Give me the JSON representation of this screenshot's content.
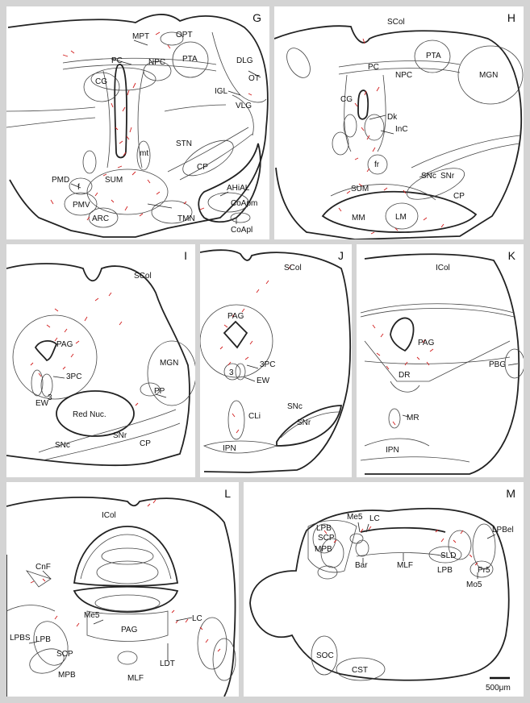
{
  "panels": [
    {
      "id": "G",
      "labels": [
        "MPT",
        "OPT",
        "PC",
        "NPC",
        "PTA",
        "DLG",
        "CG",
        "OT",
        "IGL",
        "VLG",
        "mt",
        "STN",
        "CP",
        "PMD",
        "f",
        "SUM",
        "AHiAL",
        "PMV",
        "CoApm",
        "ARC",
        "TMN",
        "CoApl"
      ]
    },
    {
      "id": "H",
      "labels": [
        "SCol",
        "PC",
        "NPC",
        "PTA",
        "MGN",
        "CG",
        "Dk",
        "InC",
        "fr",
        "SNc",
        "SNr",
        "CP",
        "SUM",
        "MM",
        "LM"
      ]
    },
    {
      "id": "I",
      "labels": [
        "SCol",
        "PAG",
        "3PC",
        "MGN",
        "PP",
        "EW",
        "3",
        "Red Nuc.",
        "SNr",
        "SNc",
        "CP"
      ]
    },
    {
      "id": "J",
      "labels": [
        "SCol",
        "PAG",
        "3PC",
        "3",
        "EW",
        "CLi",
        "SNc",
        "SNr",
        "IPN"
      ]
    },
    {
      "id": "K",
      "labels": [
        "ICol",
        "PAG",
        "DR",
        "PBG",
        "MR",
        "IPN"
      ]
    },
    {
      "id": "L",
      "labels": [
        "ICol",
        "CnF",
        "LPBS",
        "Me5",
        "LC",
        "LPB",
        "SCP",
        "PAG",
        "MPB",
        "LDT",
        "MLF"
      ]
    },
    {
      "id": "M",
      "labels": [
        "Me5",
        "LC",
        "LPB",
        "SCP",
        "MPB",
        "Bar",
        "MLF",
        "SLD",
        "LPBel",
        "LPB",
        "Pr5",
        "Mo5",
        "SOC",
        "CST"
      ]
    }
  ],
  "scale_bar": {
    "label": "500μm"
  },
  "colors": {
    "outline": "#222222",
    "fiber": "#d21d1d",
    "frame": "#d4d4d4"
  }
}
